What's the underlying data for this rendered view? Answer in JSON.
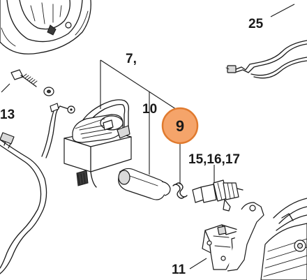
{
  "callouts": {
    "c25": "25",
    "c7": "7,",
    "c10": "10",
    "c9": "9",
    "c13": "13",
    "c15": "15,16,17",
    "c11": "11"
  },
  "highlight": {
    "callout": "9",
    "fill": "#f5a46a",
    "stroke": "#e07a2e"
  }
}
